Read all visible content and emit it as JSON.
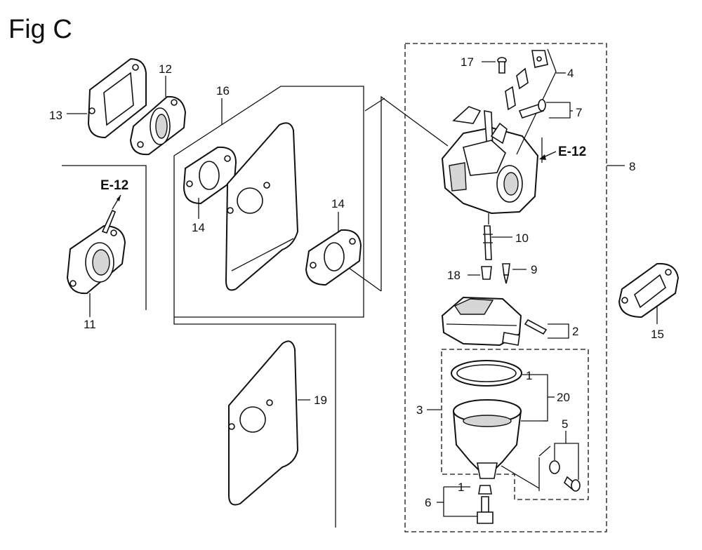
{
  "figure": {
    "title": "Fig C"
  },
  "refs": {
    "e12_left": "E-12",
    "e12_right": "E-12"
  },
  "callouts": {
    "p1a": "1",
    "p1b": "1",
    "p2": "2",
    "p3": "3",
    "p4": "4",
    "p5": "5",
    "p6": "6",
    "p7": "7",
    "p8": "8",
    "p9": "9",
    "p10": "10",
    "p11": "11",
    "p12": "12",
    "p13": "13",
    "p14a": "14",
    "p14b": "14",
    "p15": "15",
    "p16": "16",
    "p17": "17",
    "p18": "18",
    "p19": "19",
    "p20": "20"
  }
}
